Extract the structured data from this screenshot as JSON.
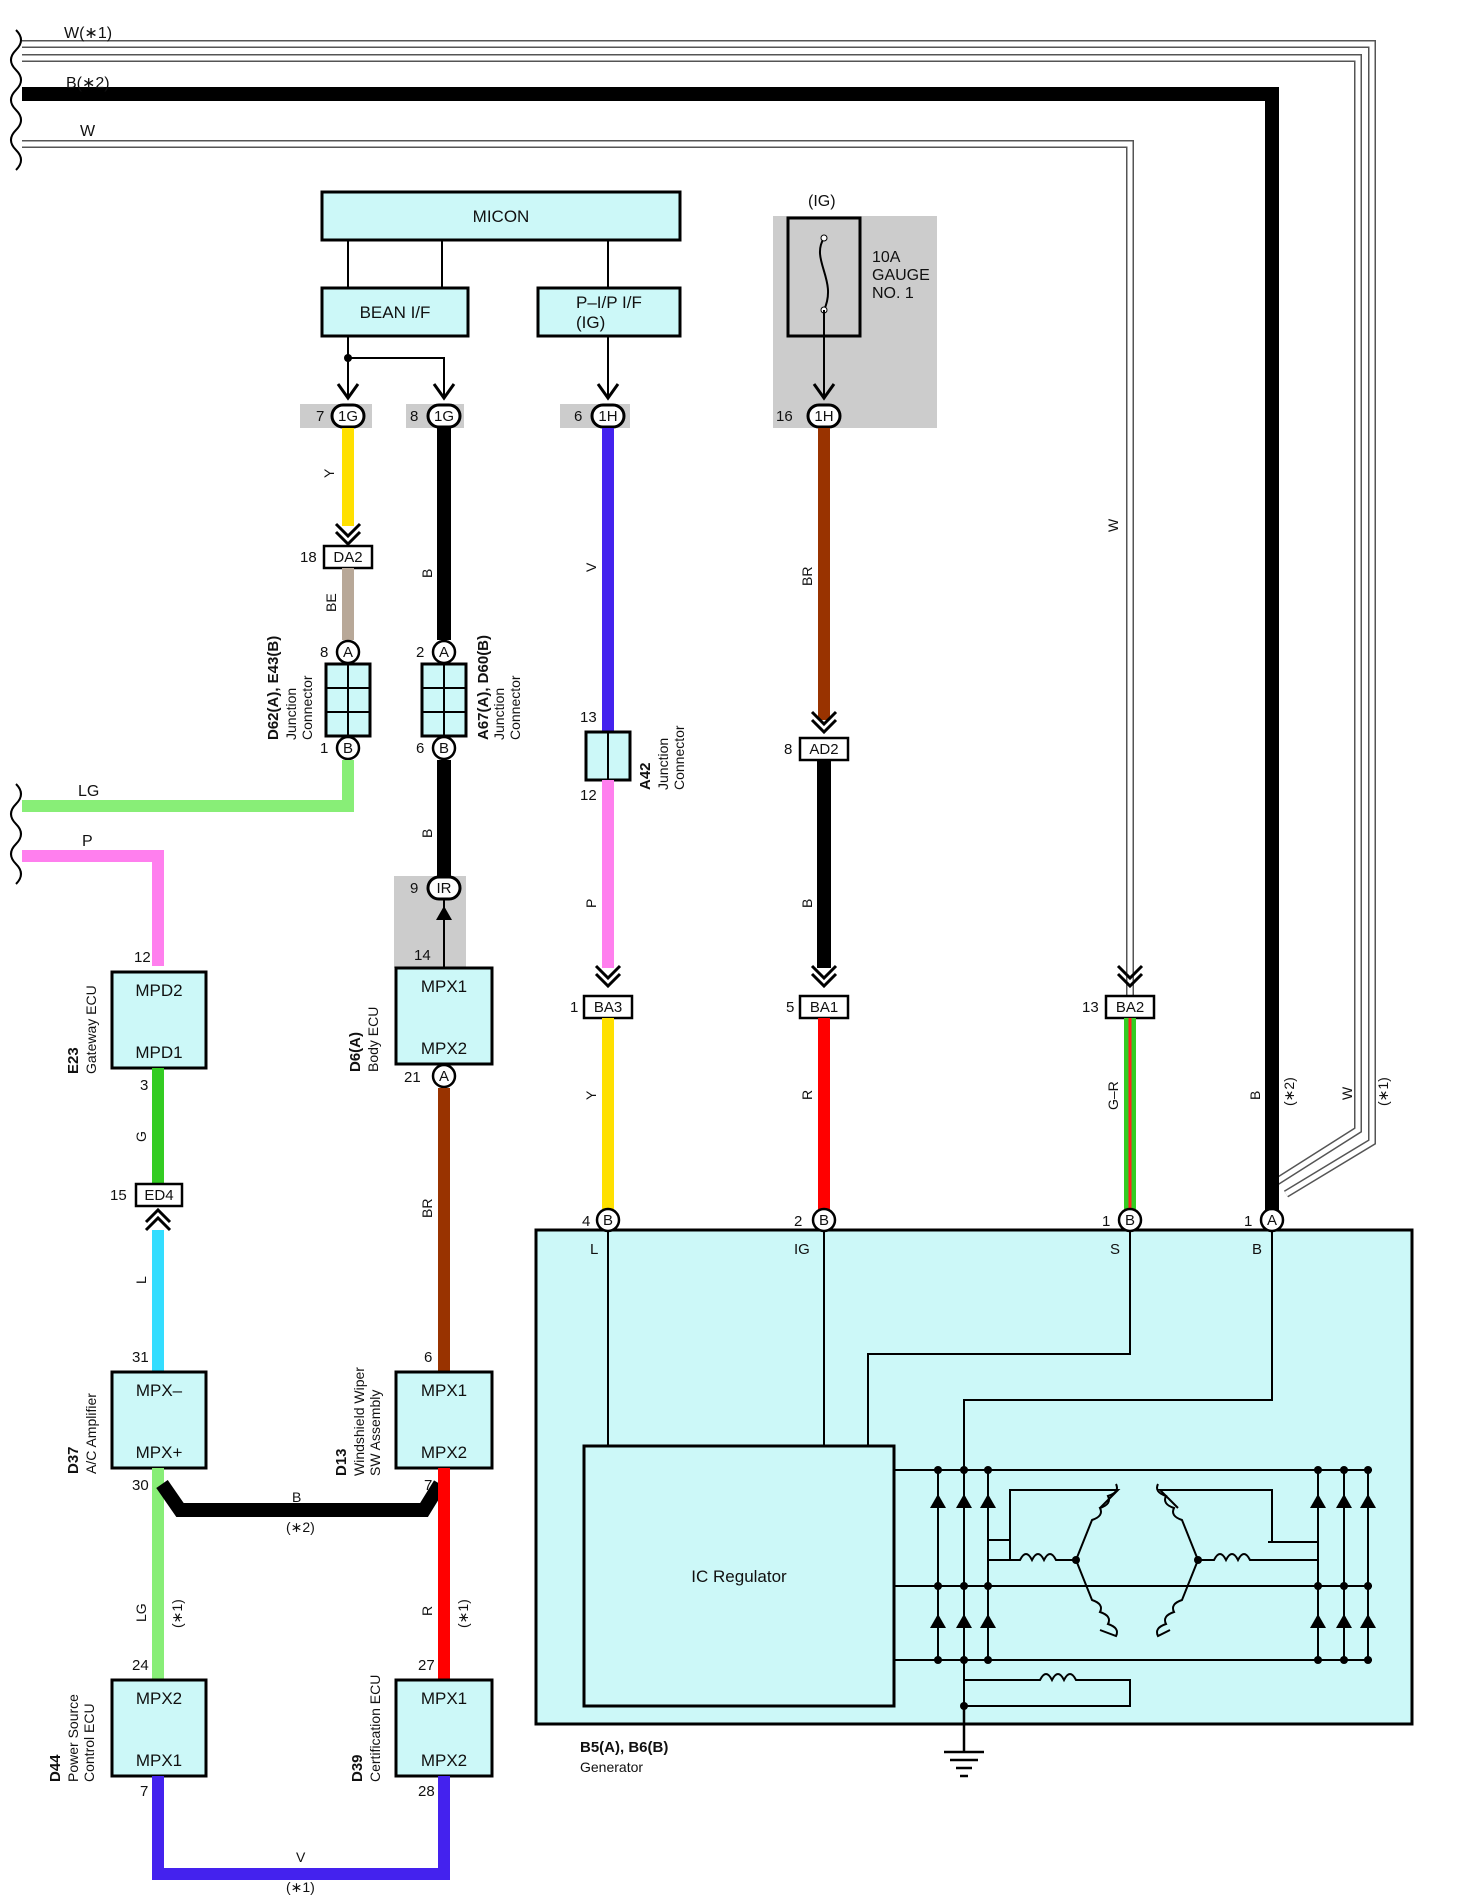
{
  "colors": {
    "box_fill": "#ccf8f8",
    "shade": "#cccccc",
    "B": "#000000",
    "W": "#ffffff",
    "Y": "#ffe000",
    "BE": "#b8a898",
    "V": "#4422ee",
    "P": "#ff7fee",
    "BR": "#993300",
    "R": "#ff0000",
    "LG": "#88ee77",
    "G": "#33cc22",
    "L": "#33ddff",
    "G-R_base": "#33cc22",
    "G-R_stripe": "#ff2222"
  },
  "top_wires": {
    "w1": "W(∗1)",
    "b2": "B(∗2)",
    "w": "W"
  },
  "left_wires": {
    "lg": "LG",
    "p": "P"
  },
  "blocks": {
    "micon": "MICON",
    "bean": "BEAN I/F",
    "pip_line1": "P–I/P I/F",
    "pip_line2": "(IG)"
  },
  "fuse": {
    "ig": "(IG)",
    "line1": "10A",
    "line2": "GAUGE",
    "line3": "NO. 1"
  },
  "connectors": {
    "c1g7": {
      "pin": "7",
      "code": "1G"
    },
    "c1g8": {
      "pin": "8",
      "code": "1G"
    },
    "c1h6": {
      "pin": "6",
      "code": "1H"
    },
    "c1h16": {
      "pin": "16",
      "code": "1H"
    },
    "da2": {
      "pin": "18",
      "code": "DA2"
    },
    "ad2": {
      "pin": "8",
      "code": "AD2"
    },
    "ir": {
      "pin": "9",
      "code": "IR"
    },
    "ba3": {
      "pin": "1",
      "code": "BA3"
    },
    "ba1": {
      "pin": "5",
      "code": "BA1"
    },
    "ba2": {
      "pin": "13",
      "code": "BA2"
    },
    "ed4": {
      "pin": "15",
      "code": "ED4"
    }
  },
  "junctions": {
    "d62": {
      "name": "D62(A), E43(B)",
      "desc1": "Junction",
      "desc2": "Connector",
      "pin_a": "8",
      "pin_b": "1",
      "a": "A",
      "b": "B"
    },
    "a67": {
      "name": "A67(A), D60(B)",
      "desc1": "Junction",
      "desc2": "Connector",
      "pin_a": "2",
      "pin_b": "6",
      "a": "A",
      "b": "B"
    },
    "a42": {
      "name": "A42",
      "desc1": "Junction",
      "desc2": "Connector",
      "pin_top": "13",
      "pin_bot": "12"
    }
  },
  "ecus": {
    "gateway": {
      "id": "E23",
      "name": "Gateway ECU",
      "top": "MPD2",
      "bot": "MPD1",
      "pin_top": "12",
      "pin_bot": "3"
    },
    "body": {
      "id": "D6(A)",
      "name": "Body ECU",
      "top": "MPX1",
      "bot": "MPX2",
      "pin_top": "14",
      "pin_bot": "21",
      "circ": "A"
    },
    "ac": {
      "id": "D37",
      "name": "A/C Amplifier",
      "top": "MPX–",
      "bot": "MPX+",
      "pin_top": "31",
      "pin_bot": "30"
    },
    "wiper": {
      "id": "D13",
      "name1": "Windshield Wiper",
      "name2": "SW Assembly",
      "top": "MPX1",
      "bot": "MPX2",
      "pin_top": "6",
      "pin_bot": "7"
    },
    "power": {
      "id": "D44",
      "name1": "Power Source",
      "name2": "Control ECU",
      "top": "MPX2",
      "bot": "MPX1",
      "pin_top": "24",
      "pin_bot": "7"
    },
    "cert": {
      "id": "D39",
      "name": "Certification ECU",
      "top": "MPX1",
      "bot": "MPX2",
      "pin_top": "27",
      "pin_bot": "28"
    }
  },
  "wire_labels": {
    "y_top": "Y",
    "be": "BE",
    "b_mid": "B",
    "b_low": "B",
    "v": "V",
    "p": "P",
    "y_low": "Y",
    "br_top": "BR",
    "b_ad2": "B",
    "r_ig": "R",
    "w_s": "W",
    "gr": "G–R",
    "g": "G",
    "l": "L",
    "br_low": "BR",
    "lg": "LG",
    "lg_note": "(∗1)",
    "r": "R",
    "r_note": "(∗1)",
    "b_h": "B",
    "b_h_note": "(∗2)",
    "v_h": "V",
    "v_h_note": "(∗1)",
    "b_right": "B",
    "b_right_note": "(∗2)",
    "w_right": "W",
    "w_right_note": "(∗1)"
  },
  "generator": {
    "terminals": [
      {
        "pin": "4",
        "circ": "B",
        "name": "L"
      },
      {
        "pin": "2",
        "circ": "B",
        "name": "IG"
      },
      {
        "pin": "1",
        "circ": "B",
        "name": "S"
      },
      {
        "pin": "1",
        "circ": "A",
        "name": "B"
      }
    ],
    "regulator": "IC Regulator",
    "id": "B5(A), B6(B)",
    "name": "Generator"
  }
}
